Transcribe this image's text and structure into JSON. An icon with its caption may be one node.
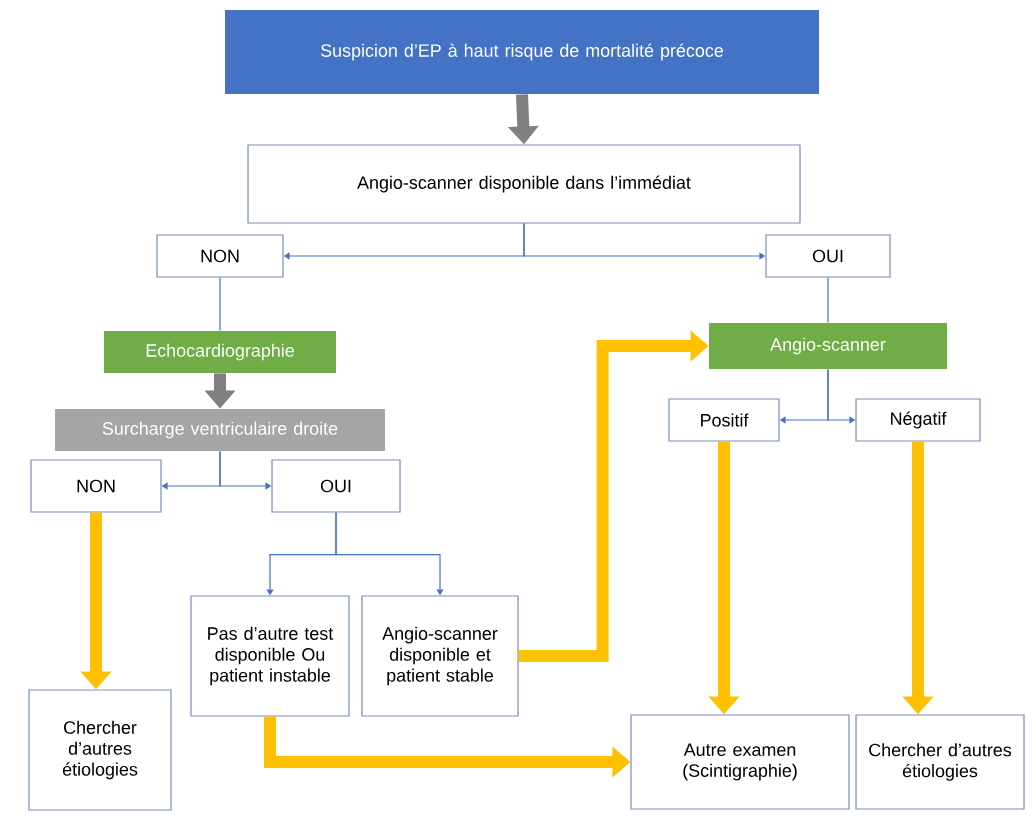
{
  "diagram": {
    "nodes": [
      {
        "text": [
          "Suspicion d’EP à haut risque de mortalité précoce"
        ]
      },
      {
        "text": [
          "Angio-scanner disponible dans l’immédiat"
        ]
      },
      {
        "text": [
          "NON"
        ]
      },
      {
        "text": [
          "OUI"
        ]
      },
      {
        "text": [
          "Echocardiographie"
        ]
      },
      {
        "text": [
          "Surcharge ventriculaire droite"
        ]
      },
      {
        "text": [
          "NON"
        ]
      },
      {
        "text": [
          "OUI"
        ]
      },
      {
        "text": [
          "Pas d’autre test disponible Ou patient instable"
        ]
      },
      {
        "text": [
          "Angio-scanner disponible et patient stable"
        ]
      },
      {
        "text": [
          "Chercher d’autres étiologies"
        ]
      },
      {
        "text": [
          "Angio-scanner"
        ]
      },
      {
        "text": [
          "Positif"
        ]
      },
      {
        "text": [
          "Négatif"
        ]
      },
      {
        "text": [
          "Autre examen (Scintigraphie)"
        ]
      },
      {
        "text": [
          "Chercher d’autres étiologies"
        ]
      }
    ],
    "edges": [
      {
        "from": 0,
        "to": 1,
        "arrow": "to",
        "style": "thick",
        "color": "#808080"
      },
      {
        "from": 1,
        "to": 2,
        "arrow": "to"
      },
      {
        "from": 1,
        "to": 3,
        "arrow": "to"
      },
      {
        "from": 2,
        "to": 4,
        "arrow": "none"
      },
      {
        "from": 4,
        "to": 5,
        "arrow": "to",
        "style": "thick",
        "color": "#808080"
      },
      {
        "from": 5,
        "to": 6,
        "arrow": "to"
      },
      {
        "from": 5,
        "to": 7,
        "arrow": "to"
      },
      {
        "from": 7,
        "to": 8,
        "arrow": "to"
      },
      {
        "from": 7,
        "to": 9,
        "arrow": "to"
      },
      {
        "from": 6,
        "to": 10,
        "arrow": "to",
        "style": "thick",
        "color": "#ffc000"
      },
      {
        "from": 9,
        "to": 11,
        "arrow": "to",
        "style": "thick",
        "color": "#ffc000"
      },
      {
        "from": 8,
        "to": 14,
        "arrow": "to",
        "style": "thick",
        "color": "#ffc000"
      },
      {
        "from": 3,
        "to": 11,
        "arrow": "none"
      },
      {
        "from": 11,
        "to": 12,
        "arrow": "to"
      },
      {
        "from": 11,
        "to": 13,
        "arrow": "to"
      },
      {
        "from": 12,
        "to": 14,
        "arrow": "to",
        "style": "thick",
        "color": "#ffc000"
      },
      {
        "from": 13,
        "to": 15,
        "arrow": "to",
        "style": "thick",
        "color": "#ffc000"
      }
    ]
  }
}
